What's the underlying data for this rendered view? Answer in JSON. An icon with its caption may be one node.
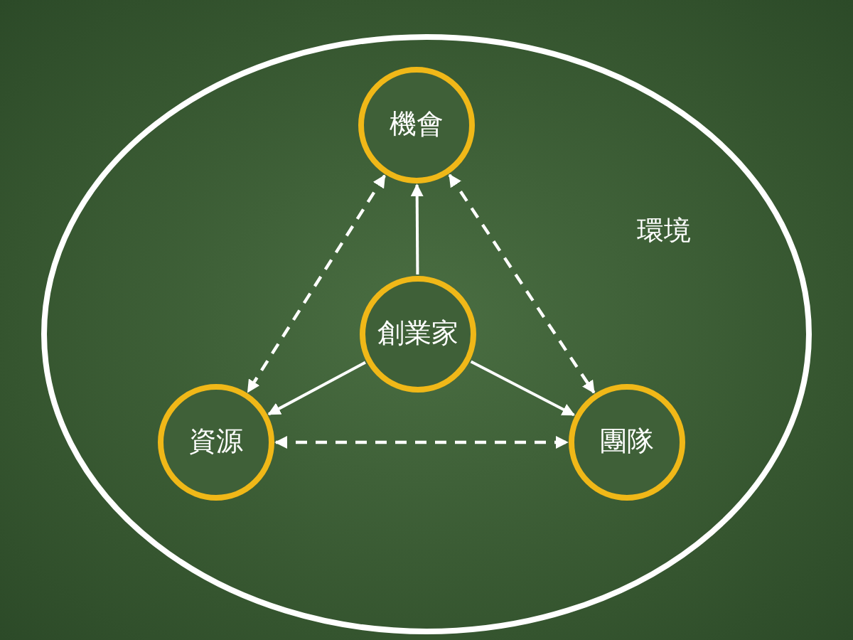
{
  "diagram": {
    "nodes": [
      {
        "text": [
          "環境"
        ]
      },
      {
        "text": [
          "機會"
        ],
        "in": 0
      },
      {
        "text": [
          "創業家"
        ],
        "in": 0
      },
      {
        "text": [
          "資源"
        ],
        "in": 0
      },
      {
        "text": [
          "團隊"
        ],
        "in": 0
      }
    ],
    "edges": [
      {
        "from": 2,
        "to": 1,
        "arrow": "to"
      },
      {
        "from": 2,
        "to": 3,
        "arrow": "to"
      },
      {
        "from": 2,
        "to": 4,
        "arrow": "to"
      },
      {
        "from": 1,
        "to": 3,
        "arrow": "both",
        "style": "dashed"
      },
      {
        "from": 1,
        "to": 4,
        "arrow": "both",
        "style": "dashed"
      },
      {
        "from": 3,
        "to": 4,
        "arrow": "both",
        "style": "dashed"
      }
    ]
  }
}
